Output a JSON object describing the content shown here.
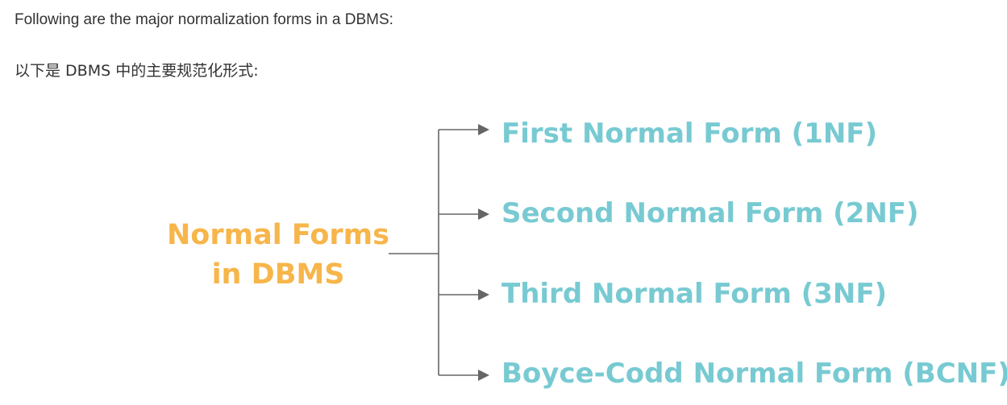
{
  "intro": {
    "english": "Following are the major normalization forms in a DBMS:",
    "chinese": "以下是 DBMS 中的主要规范化形式:"
  },
  "diagram": {
    "root_line1": "Normal Forms",
    "root_line2": "in DBMS",
    "forms": [
      "First Normal Form (1NF)",
      "Second Normal Form (2NF)",
      "Third Normal Form (3NF)",
      "Boyce-Codd Normal Form (BCNF)"
    ]
  },
  "colors": {
    "root_text": "#f7b54a",
    "form_text": "#78cad2",
    "connector": "#666666",
    "intro_text": "#333333"
  }
}
